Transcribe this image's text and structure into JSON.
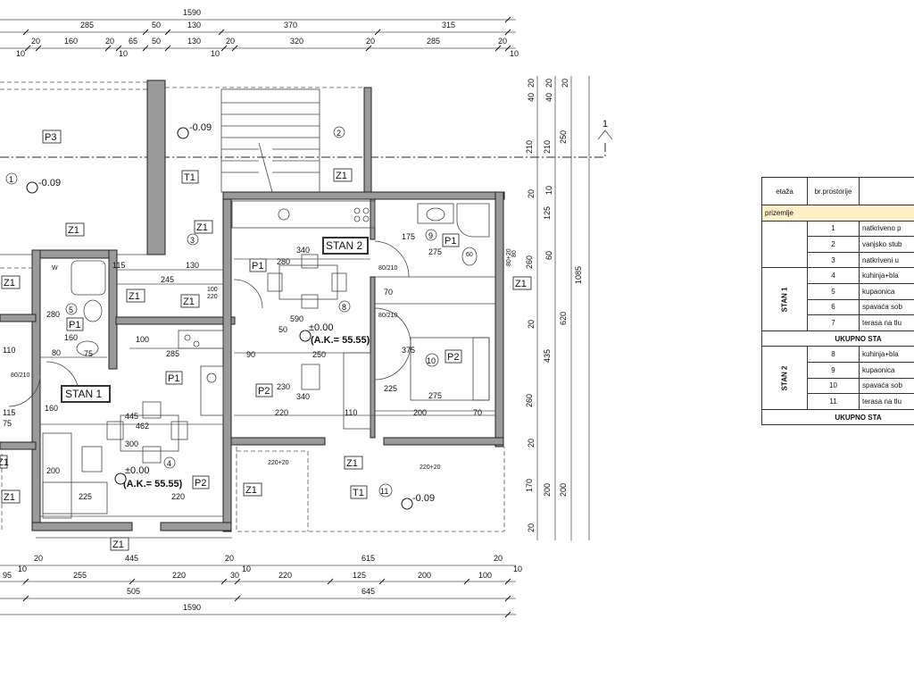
{
  "dims_top": {
    "row1": [
      "1590"
    ],
    "row2": [
      "285",
      "50",
      "130",
      "370",
      "315"
    ],
    "row3": [
      "20",
      "160",
      "20",
      "65",
      "50",
      "130",
      "20",
      "320",
      "20",
      "285",
      "20"
    ],
    "offsets": [
      "10",
      "10",
      "10",
      "10"
    ]
  },
  "dims_bottom": {
    "row1": [
      "20",
      "445",
      "20",
      "615",
      "20"
    ],
    "offsets": [
      "10",
      "10",
      "10"
    ],
    "row2": [
      "95",
      "255",
      "220",
      "30",
      "220",
      "125",
      "200",
      "100"
    ],
    "row3": [
      "505",
      "645"
    ],
    "row4": [
      "1590"
    ]
  },
  "dims_right": {
    "col1": [
      "20",
      "40",
      "210",
      "20",
      "260",
      "20",
      "260",
      "20",
      "170",
      "20"
    ],
    "col2": [
      "20",
      "40",
      "210",
      "10",
      "125",
      "60",
      "435",
      "200"
    ],
    "col3": [
      "20",
      "250",
      "620",
      "200"
    ],
    "col4": [
      "1085"
    ],
    "window": [
      "80",
      "80+20"
    ]
  },
  "dims_interior": [
    "115",
    "130",
    "245",
    "100",
    "220",
    "280",
    "160",
    "80",
    "75",
    "100",
    "285",
    "110",
    "80/210",
    "115",
    "75",
    "160",
    "445",
    "462",
    "300",
    "200",
    "225",
    "220",
    "340",
    "280",
    "590",
    "50",
    "90",
    "250",
    "230",
    "340",
    "220",
    "110",
    "175",
    "275",
    "60",
    "80/210",
    "70",
    "80/210",
    "375",
    "225",
    "275",
    "200",
    "70",
    "220+20",
    "220+20"
  ],
  "section_marker": "1",
  "rooms": {
    "p3": "P3",
    "r1_num": "1",
    "r1_level": "-0.09",
    "r2_num": "2",
    "r2_level": "-0.09",
    "t1_upper": "T1",
    "r3_num": "3",
    "r4_num": "4",
    "r5_num": "5",
    "r8_num": "8",
    "r9_num": "9",
    "r10_num": "10",
    "r11_num": "11",
    "r11_level": "-0.09",
    "t1_lower": "T1",
    "stan1": "STAN 1",
    "stan2": "STAN 2",
    "level1": "±0.00",
    "ak1": "(A.K.= 55.55)",
    "level2": "±0.00",
    "ak2": "(A.K.= 55.55)",
    "floor_codes": [
      "P1",
      "P1",
      "P2",
      "P1",
      "P2",
      "P1",
      "P2"
    ],
    "wall_codes": [
      "Z1",
      "Z1",
      "Z1",
      "Z1",
      "Z1",
      "Z1",
      "Z1",
      "Z1",
      "Z1",
      "Z1",
      "Z1",
      "Z1"
    ],
    "bath_w": "W"
  },
  "table": {
    "headers": [
      "etaža",
      "br.prostorije"
    ],
    "floor": "prizemlje",
    "common_rows": [
      {
        "no": "1",
        "name": "natkriveno p"
      },
      {
        "no": "2",
        "name": "vanjsko stub"
      },
      {
        "no": "3",
        "name": "natkriveni u"
      }
    ],
    "stan1": {
      "label": "STAN 1",
      "rows": [
        {
          "no": "4",
          "name": "kuhinja+bla"
        },
        {
          "no": "5",
          "name": "kupaonica"
        },
        {
          "no": "6",
          "name": "spavaća sob"
        },
        {
          "no": "7",
          "name": "terasa na tlu"
        }
      ],
      "total": "UKUPNO STA"
    },
    "stan2": {
      "label": "STAN 2",
      "rows": [
        {
          "no": "8",
          "name": "kuhinja+bla"
        },
        {
          "no": "9",
          "name": "kupaonica"
        },
        {
          "no": "10",
          "name": "spavaća sob"
        },
        {
          "no": "11",
          "name": "terasa na tlu"
        }
      ],
      "total": "UKUPNO STA"
    }
  }
}
